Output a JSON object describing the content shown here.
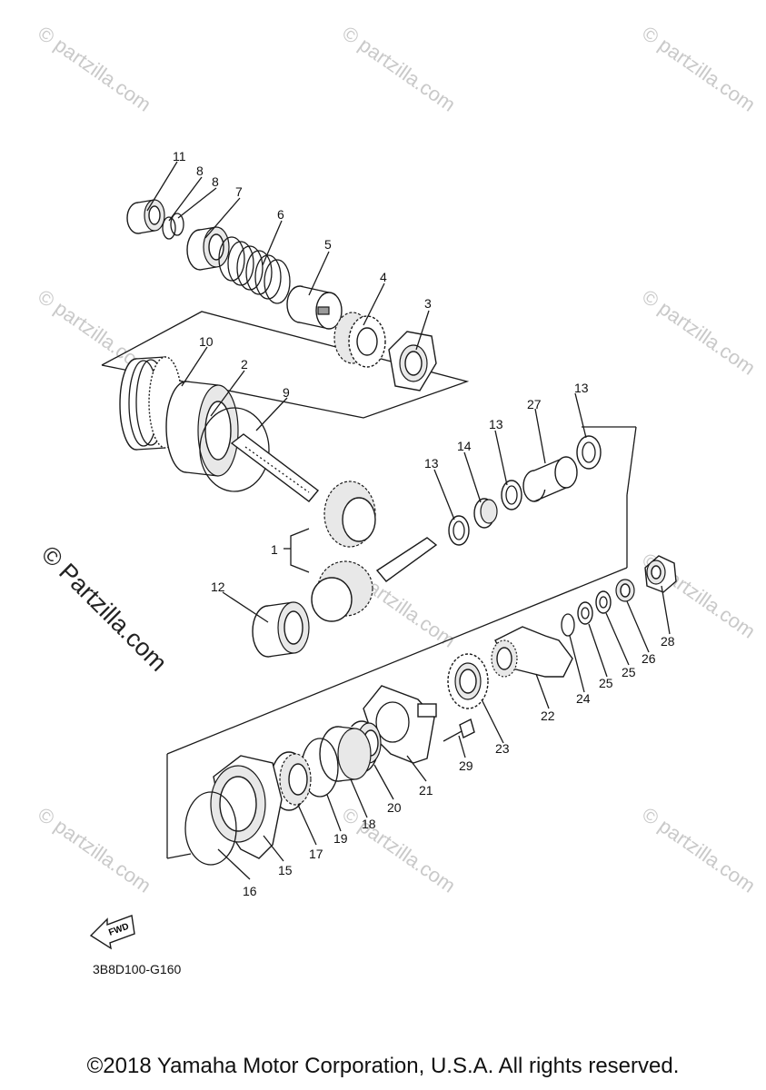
{
  "diagram": {
    "diagram_code": "3B8D100-G160",
    "fwd_label": "FWD",
    "watermark_text": "© Partzilla.com",
    "watermark_small": "© partzilla.com",
    "callouts": {
      "c1": "1",
      "c2": "2",
      "c3": "3",
      "c4": "4",
      "c5": "5",
      "c6": "6",
      "c7": "7",
      "c8a": "8",
      "c8b": "8",
      "c9": "9",
      "c10": "10",
      "c11": "11",
      "c12": "12",
      "c13a": "13",
      "c13b": "13",
      "c13c": "13",
      "c14": "14",
      "c15": "15",
      "c16": "16",
      "c17": "17",
      "c18": "18",
      "c19": "19",
      "c20": "20",
      "c21": "21",
      "c22": "22",
      "c23": "23",
      "c24": "24",
      "c25a": "25",
      "c25b": "25",
      "c26": "26",
      "c27": "27",
      "c28": "28",
      "c29": "29"
    }
  },
  "footer": {
    "copyright": "©2018 Yamaha Motor Corporation, U.S.A. All rights reserved."
  }
}
